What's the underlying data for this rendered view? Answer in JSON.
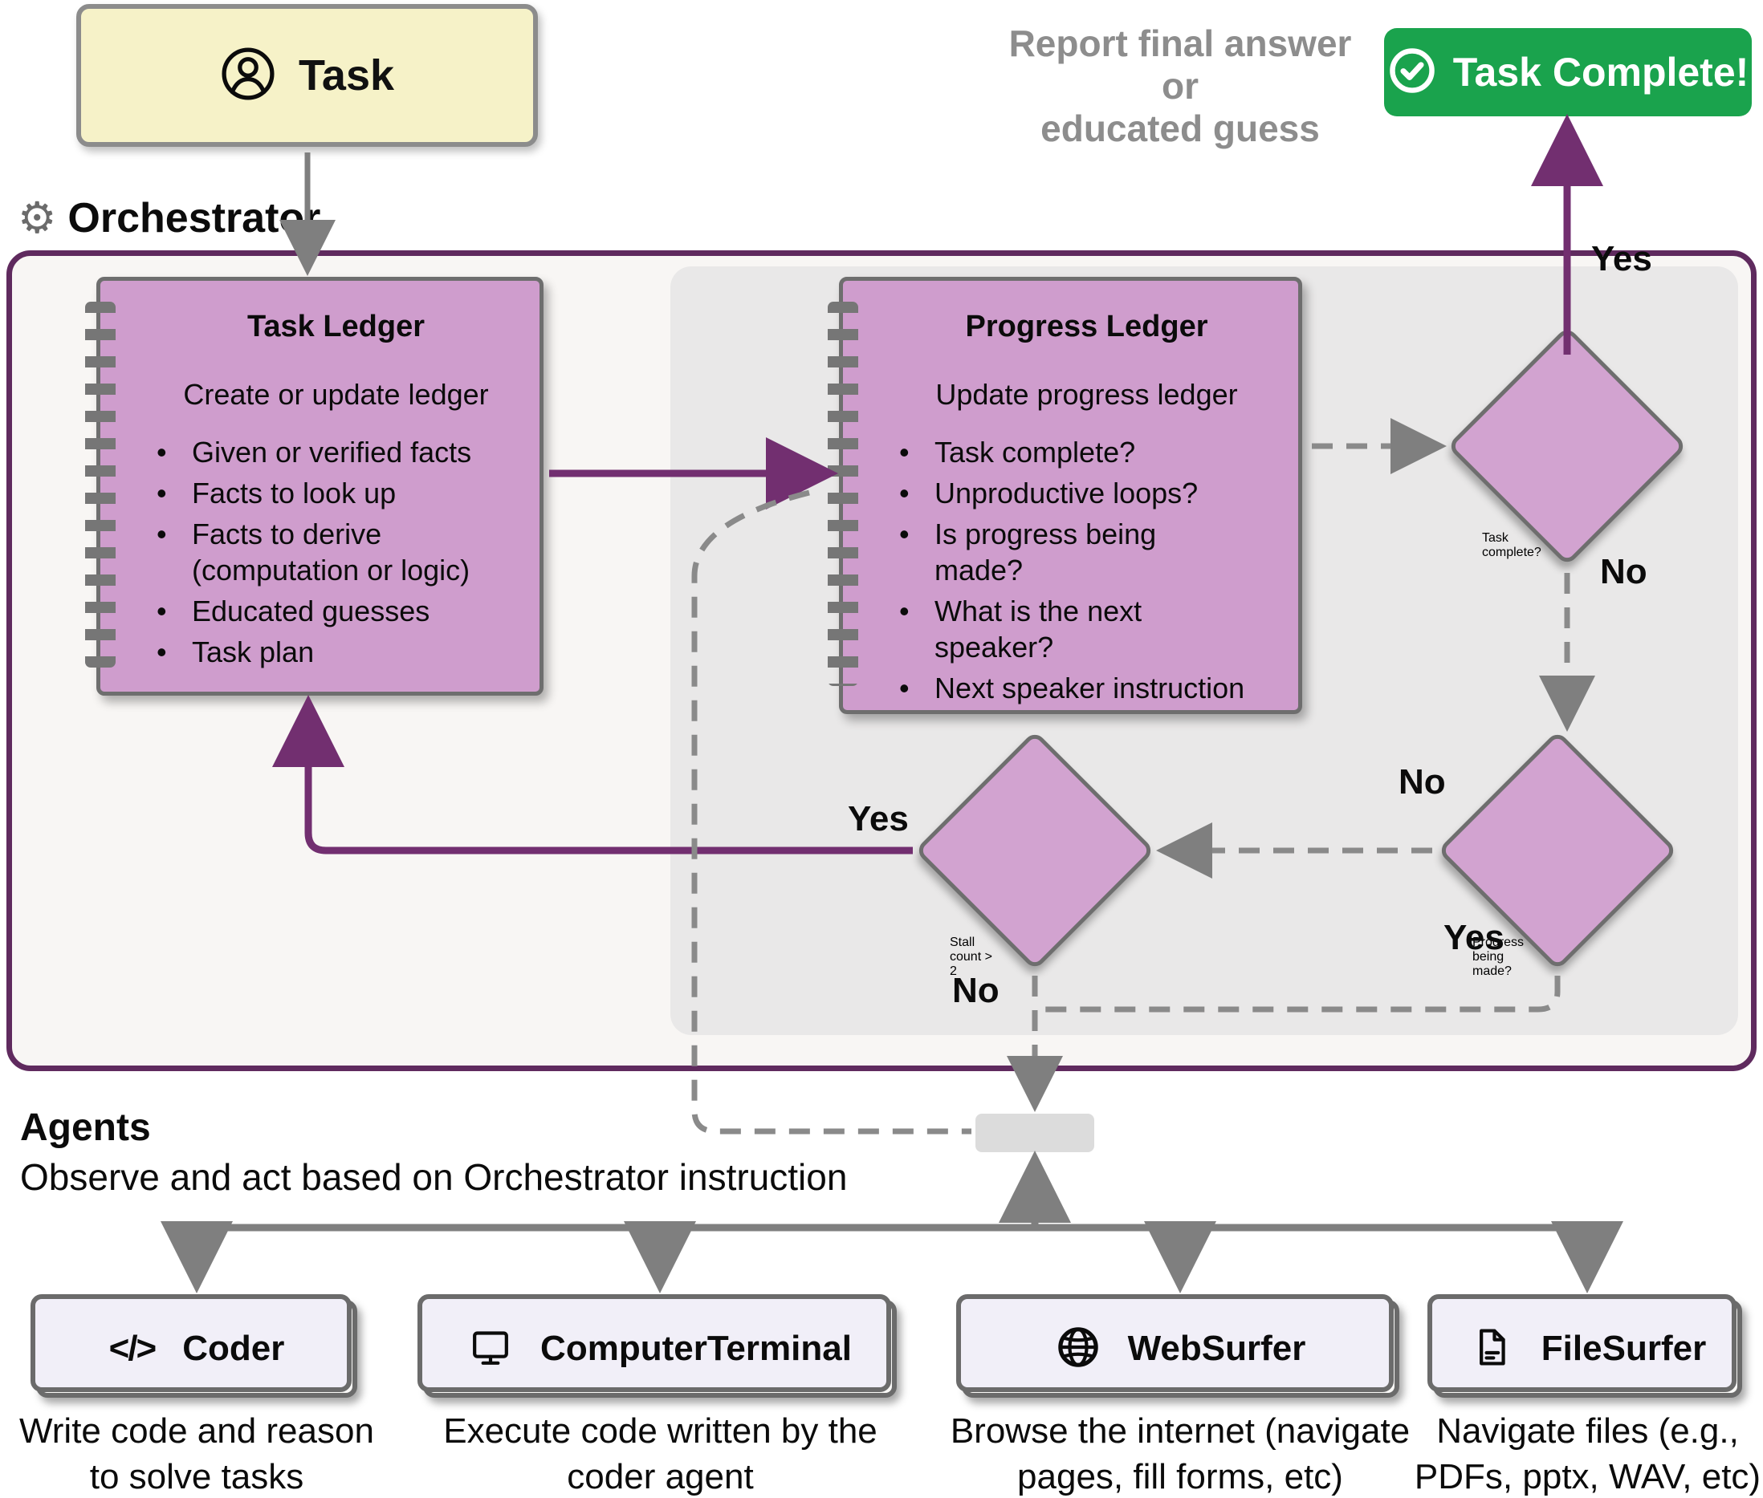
{
  "task_box": {
    "label": "Task"
  },
  "orchestrator_label": "Orchestrator",
  "caption": {
    "line1": "Report final answer or",
    "line2": "educated guess"
  },
  "complete_button": {
    "label": "Task Complete!"
  },
  "task_ledger": {
    "title": "Task Ledger",
    "subtitle": "Create or update ledger",
    "bullets": [
      "Given or verified facts",
      "Facts to look up",
      "Facts to derive\n(computation or logic)",
      "Educated guesses",
      "Task plan"
    ]
  },
  "progress_ledger": {
    "title": "Progress Ledger",
    "subtitle": "Update progress ledger",
    "bullets": [
      "Task complete?",
      "Unproductive loops?",
      "Is progress being\nmade?",
      "What is the next\nspeaker?",
      "Next speaker instruction"
    ]
  },
  "decisions": {
    "task_complete": "Task\ncomplete?",
    "progress_being_made": "Progress\nbeing\nmade?",
    "stall_count": "Stall\ncount >\n2"
  },
  "branch_labels": {
    "yes": "Yes",
    "no": "No"
  },
  "agents_section": {
    "title": "Agents",
    "subtitle": "Observe and act based on Orchestrator instruction",
    "agents": [
      {
        "name": "Coder",
        "icon": "code-icon",
        "description": "Write code and reason\nto solve tasks"
      },
      {
        "name": "ComputerTerminal",
        "icon": "monitor-icon",
        "description": "Execute code written by the\ncoder agent"
      },
      {
        "name": "WebSurfer",
        "icon": "globe-icon",
        "description": "Browse the internet (navigate\npages, fill forms, etc)"
      },
      {
        "name": "FileSurfer",
        "icon": "file-icon",
        "description": "Navigate files (e.g.,\nPDFs, pptx, WAV, etc)"
      }
    ]
  },
  "colors": {
    "accent_purple": "#722f70",
    "container_border": "#5f2a5e",
    "success_green": "#1aa34d",
    "ledger_fill": "#cf9dcd",
    "diamond_fill": "#d2a3d0",
    "task_fill": "#f6f2c8"
  }
}
